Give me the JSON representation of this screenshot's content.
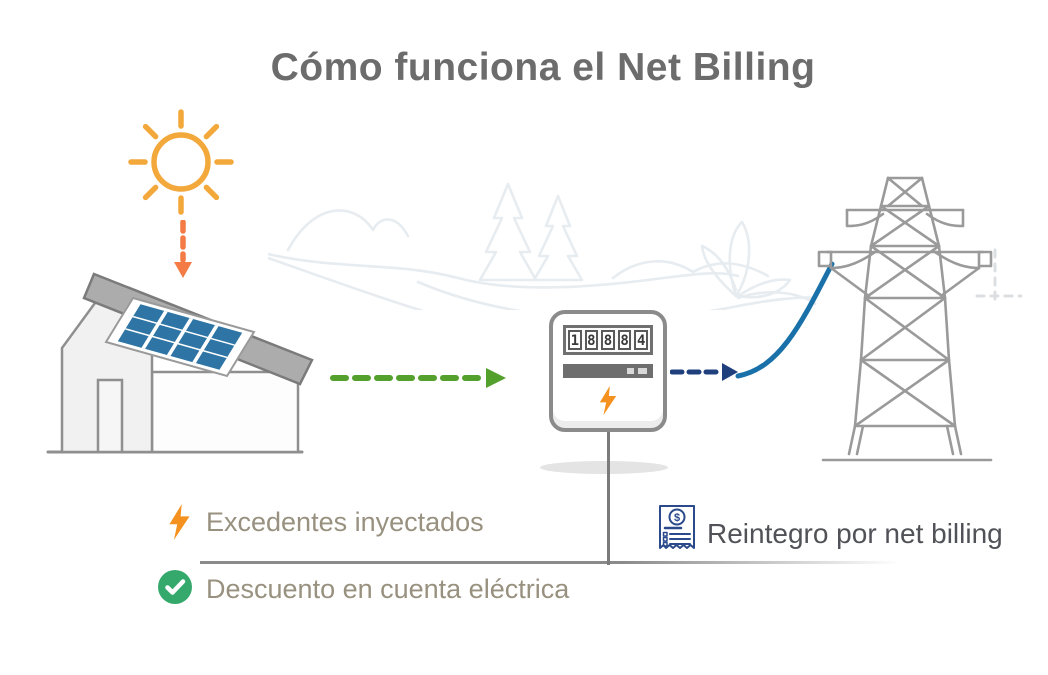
{
  "title": "Cómo funciona el Net Billing",
  "meter": {
    "digits": [
      "1",
      "8",
      "8",
      "8",
      "4"
    ]
  },
  "legend": {
    "items": [
      {
        "icon": "lightning-bolt-icon",
        "label": "Excedentes inyectados"
      },
      {
        "icon": "check-circle-icon",
        "label": "Descuento en cuenta eléctrica"
      },
      {
        "icon": "receipt-icon",
        "label": "Reintegro por net billing"
      }
    ]
  },
  "receipt_icon_symbol": "$",
  "colors": {
    "title_text": "#6C6C6C",
    "legend_text": "#98917F",
    "reintegro_text": "#515257",
    "sun": "#F3A83B",
    "sun_arrow": "#F47B45",
    "excess_arrow": "#53A02D",
    "grid_arrow": "#1F3F7D",
    "cable": "#1A71A9",
    "bolt": "#F5921F",
    "check": "#35A96C",
    "receipt": "#2B4A8B",
    "panel": "#2E74A4",
    "structure_gray": "#9A9A9A",
    "landscape": "#E7ECF0"
  }
}
